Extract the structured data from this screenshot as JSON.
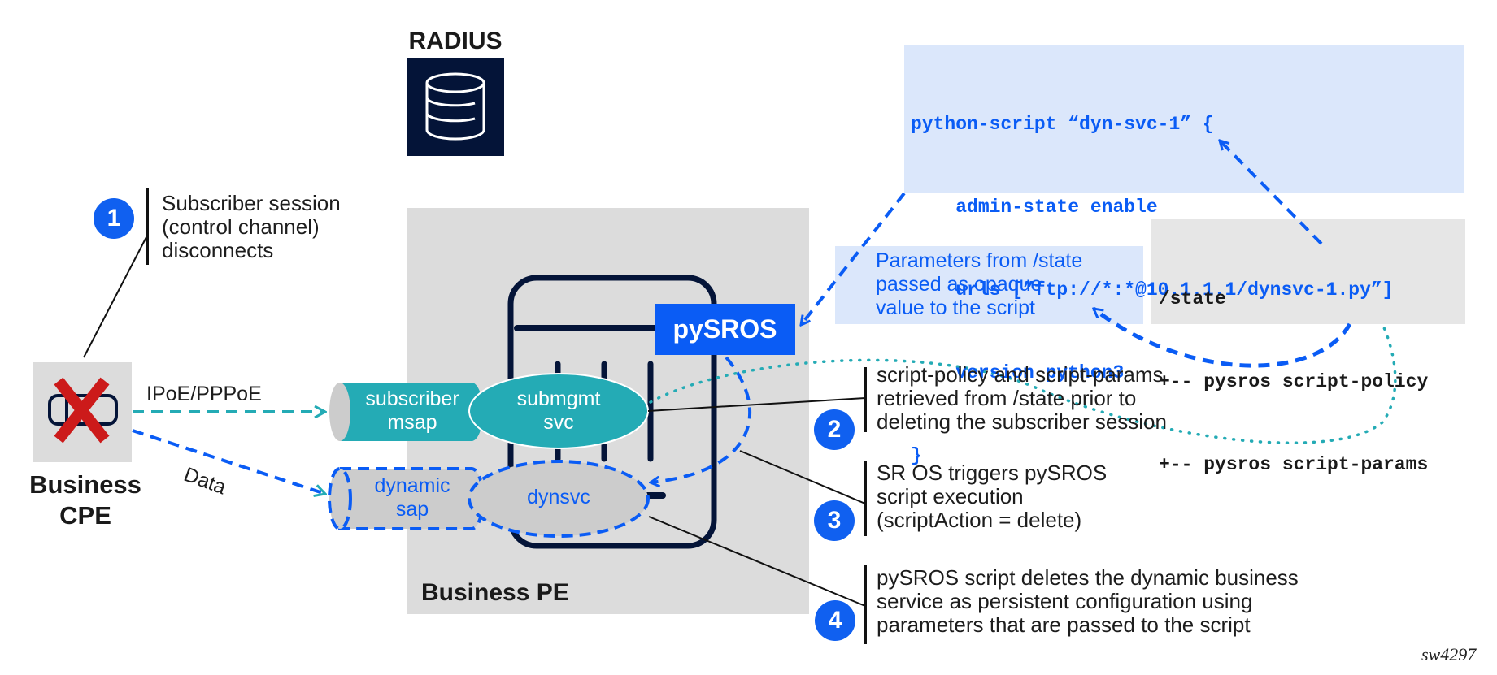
{
  "title": "pySROS dynamic business service deletion flow",
  "radius": {
    "label": "RADIUS",
    "icon": "database-icon"
  },
  "cpe": {
    "label_line1": "Business",
    "label_line2": "CPE",
    "icon": "cpe-device-icon",
    "status_icon": "red-x-icon"
  },
  "links": {
    "ipoe": "IPoE/PPPoE",
    "data": "Data"
  },
  "pe": {
    "label": "Business PE",
    "pysros_label": "pySROS",
    "subscriber_msap": [
      "subscriber",
      "msap"
    ],
    "submgmt_svc": [
      "submgmt",
      "svc"
    ],
    "dynamic_sap": [
      "dynamic",
      "sap"
    ],
    "dynsvc": "dynsvc"
  },
  "python_script": {
    "lines": [
      "python-script “dyn-svc-1” {",
      "    admin-state enable",
      "    urls [”ftp://*:*@10.1.1.1/dynsvc-1.py”]",
      "    version python3",
      "}"
    ]
  },
  "state_box": {
    "lines": [
      "/state",
      "+-- pysros script-policy",
      "+-- pysros script-params"
    ]
  },
  "params_note": {
    "lines": [
      "Parameters from /state",
      "passed as opaque",
      "value to the script"
    ]
  },
  "steps": [
    {
      "number": "1",
      "lines": [
        "Subscriber session",
        "(control channel)",
        "disconnects"
      ]
    },
    {
      "number": "2",
      "lines": [
        "script-policy and script-params",
        "retrieved from /state prior to",
        "deleting the subscriber session"
      ]
    },
    {
      "number": "3",
      "lines": [
        "SR OS triggers pySROS",
        "script execution",
        "(scriptAction = delete)"
      ]
    },
    {
      "number": "4",
      "lines": [
        "pySROS script deletes the dynamic business",
        "service as persistent configuration using",
        "parameters that are passed to the script"
      ]
    }
  ],
  "figure_id": "sw4297",
  "colors": {
    "accent_blue": "#0a5cf5",
    "teal": "#24abb5",
    "navy": "#041438",
    "light_blue_box": "#dbe7fb",
    "light_gray_box": "#e6e6e6",
    "pe_gray": "#dcdcdc",
    "red_x": "#cc1a1a"
  }
}
